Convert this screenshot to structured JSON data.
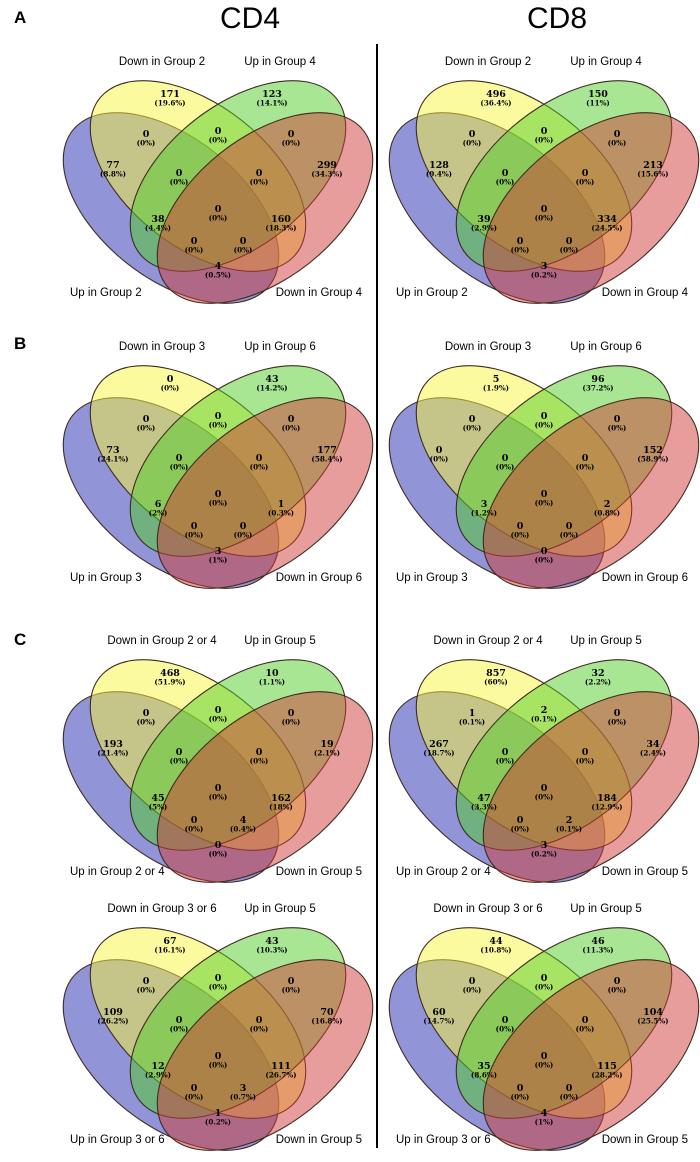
{
  "header": {
    "left_column": "CD4",
    "right_column": "CD8"
  },
  "panel_labels": {
    "a": "A",
    "b": "B",
    "c": "C"
  },
  "colors": {
    "blue": "#2329AF",
    "yellow": "#F9F53D",
    "green": "#51CD29",
    "red": "#CF3B37",
    "outline": "#3d2b1f",
    "divider": "#000000"
  },
  "chart_data": [
    {
      "type": "venn",
      "panel": "A",
      "column": "CD4",
      "labels": {
        "top_left": "Down in Group 2",
        "top_right": "Up in Group 4",
        "bottom_left": "Up in Group 2",
        "bottom_right": "Down in Group 4"
      },
      "regions": {
        "only_blue": [
          "77",
          "(8.8%)"
        ],
        "only_yellow": [
          "171",
          "(19.6%)"
        ],
        "only_green": [
          "123",
          "(14.1%)"
        ],
        "only_red": [
          "299",
          "(34.3%)"
        ],
        "blue_yellow": [
          "0",
          "(0%)"
        ],
        "yellow_green": [
          "0",
          "(0%)"
        ],
        "green_red": [
          "0",
          "(0%)"
        ],
        "blue_yellow_green": [
          "0",
          "(0%)"
        ],
        "yellow_green_red": [
          "0",
          "(0%)"
        ],
        "blue_green": [
          "38",
          "(4.4%)"
        ],
        "yellow_red": [
          "160",
          "(18.3%)"
        ],
        "all_four": [
          "0",
          "(0%)"
        ],
        "blue_yellow_red": [
          "0",
          "(0%)"
        ],
        "blue_green_red": [
          "0",
          "(0%)"
        ],
        "blue_red": [
          "4",
          "(0.5%)"
        ]
      }
    },
    {
      "type": "venn",
      "panel": "A",
      "column": "CD8",
      "labels": {
        "top_left": "Down in Group 2",
        "top_right": "Up in Group 4",
        "bottom_left": "Up in Group 2",
        "bottom_right": "Down in Group 4"
      },
      "regions": {
        "only_blue": [
          "128",
          "(9.4%)"
        ],
        "only_yellow": [
          "496",
          "(36.4%)"
        ],
        "only_green": [
          "150",
          "(11%)"
        ],
        "only_red": [
          "213",
          "(15.6%)"
        ],
        "blue_yellow": [
          "0",
          "(0%)"
        ],
        "yellow_green": [
          "0",
          "(0%)"
        ],
        "green_red": [
          "0",
          "(0%)"
        ],
        "blue_yellow_green": [
          "0",
          "(0%)"
        ],
        "yellow_green_red": [
          "0",
          "(0%)"
        ],
        "blue_green": [
          "39",
          "(2.9%)"
        ],
        "yellow_red": [
          "334",
          "(24.5%)"
        ],
        "all_four": [
          "0",
          "(0%)"
        ],
        "blue_yellow_red": [
          "0",
          "(0%)"
        ],
        "blue_green_red": [
          "0",
          "(0%)"
        ],
        "blue_red": [
          "3",
          "(0.2%)"
        ]
      }
    },
    {
      "type": "venn",
      "panel": "B",
      "column": "CD4",
      "labels": {
        "top_left": "Down in Group 3",
        "top_right": "Up in Group 6",
        "bottom_left": "Up in Group 3",
        "bottom_right": "Down in Group 6"
      },
      "regions": {
        "only_blue": [
          "73",
          "(24.1%)"
        ],
        "only_yellow": [
          "0",
          "(0%)"
        ],
        "only_green": [
          "43",
          "(14.2%)"
        ],
        "only_red": [
          "177",
          "(58.4%)"
        ],
        "blue_yellow": [
          "0",
          "(0%)"
        ],
        "yellow_green": [
          "0",
          "(0%)"
        ],
        "green_red": [
          "0",
          "(0%)"
        ],
        "blue_yellow_green": [
          "0",
          "(0%)"
        ],
        "yellow_green_red": [
          "0",
          "(0%)"
        ],
        "blue_green": [
          "6",
          "(2%)"
        ],
        "yellow_red": [
          "1",
          "(0.3%)"
        ],
        "all_four": [
          "0",
          "(0%)"
        ],
        "blue_yellow_red": [
          "0",
          "(0%)"
        ],
        "blue_green_red": [
          "0",
          "(0%)"
        ],
        "blue_red": [
          "3",
          "(1%)"
        ]
      }
    },
    {
      "type": "venn",
      "panel": "B",
      "column": "CD8",
      "labels": {
        "top_left": "Down in Group 3",
        "top_right": "Up in Group 6",
        "bottom_left": "Up in Group 3",
        "bottom_right": "Down in Group 6"
      },
      "regions": {
        "only_blue": [
          "0",
          "(0%)"
        ],
        "only_yellow": [
          "5",
          "(1.9%)"
        ],
        "only_green": [
          "96",
          "(37.2%)"
        ],
        "only_red": [
          "152",
          "(58.9%)"
        ],
        "blue_yellow": [
          "0",
          "(0%)"
        ],
        "yellow_green": [
          "0",
          "(0%)"
        ],
        "green_red": [
          "0",
          "(0%)"
        ],
        "blue_yellow_green": [
          "0",
          "(0%)"
        ],
        "yellow_green_red": [
          "0",
          "(0%)"
        ],
        "blue_green": [
          "3",
          "(1.2%)"
        ],
        "yellow_red": [
          "2",
          "(0.8%)"
        ],
        "all_four": [
          "0",
          "(0%)"
        ],
        "blue_yellow_red": [
          "0",
          "(0%)"
        ],
        "blue_green_red": [
          "0",
          "(0%)"
        ],
        "blue_red": [
          "0",
          "(0%)"
        ]
      }
    },
    {
      "type": "venn",
      "panel": "C",
      "column": "CD4",
      "labels": {
        "top_left": "Down in Group 2 or 4",
        "top_right": "Up in Group 5",
        "bottom_left": "Up in Group 2 or 4",
        "bottom_right": "Down in Group 5"
      },
      "regions": {
        "only_blue": [
          "193",
          "(21.4%)"
        ],
        "only_yellow": [
          "468",
          "(51.9%)"
        ],
        "only_green": [
          "10",
          "(1.1%)"
        ],
        "only_red": [
          "19",
          "(2.1%)"
        ],
        "blue_yellow": [
          "0",
          "(0%)"
        ],
        "yellow_green": [
          "0",
          "(0%)"
        ],
        "green_red": [
          "0",
          "(0%)"
        ],
        "blue_yellow_green": [
          "0",
          "(0%)"
        ],
        "yellow_green_red": [
          "0",
          "(0%)"
        ],
        "blue_green": [
          "45",
          "(5%)"
        ],
        "yellow_red": [
          "162",
          "(18%)"
        ],
        "all_four": [
          "0",
          "(0%)"
        ],
        "blue_yellow_red": [
          "0",
          "(0%)"
        ],
        "blue_green_red": [
          "4",
          "(0.4%)"
        ],
        "blue_red": [
          "0",
          "(0%)"
        ]
      }
    },
    {
      "type": "venn",
      "panel": "C",
      "column": "CD8",
      "labels": {
        "top_left": "Down in Group 2 or 4",
        "top_right": "Up in Group 5",
        "bottom_left": "Up in Group 2 or 4",
        "bottom_right": "Down in Group 5"
      },
      "regions": {
        "only_blue": [
          "267",
          "(18.7%)"
        ],
        "only_yellow": [
          "857",
          "(60%)"
        ],
        "only_green": [
          "32",
          "(2.2%)"
        ],
        "only_red": [
          "34",
          "(2.4%)"
        ],
        "blue_yellow": [
          "1",
          "(0.1%)"
        ],
        "yellow_green": [
          "2",
          "(0.1%)"
        ],
        "green_red": [
          "0",
          "(0%)"
        ],
        "blue_yellow_green": [
          "0",
          "(0%)"
        ],
        "yellow_green_red": [
          "0",
          "(0%)"
        ],
        "blue_green": [
          "47",
          "(3.3%)"
        ],
        "yellow_red": [
          "184",
          "(12.9%)"
        ],
        "all_four": [
          "0",
          "(0%)"
        ],
        "blue_yellow_red": [
          "0",
          "(0%)"
        ],
        "blue_green_red": [
          "2",
          "(0.1%)"
        ],
        "blue_red": [
          "3",
          "(0.2%)"
        ]
      }
    },
    {
      "type": "venn",
      "panel": "C",
      "column": "CD4",
      "labels": {
        "top_left": "Down in Group 3 or 6",
        "top_right": "Up in Group 5",
        "bottom_left": "Up in Group 3 or 6",
        "bottom_right": "Down in Group 5"
      },
      "regions": {
        "only_blue": [
          "109",
          "(26.2%)"
        ],
        "only_yellow": [
          "67",
          "(16.1%)"
        ],
        "only_green": [
          "43",
          "(10.3%)"
        ],
        "only_red": [
          "70",
          "(16.8%)"
        ],
        "blue_yellow": [
          "0",
          "(0%)"
        ],
        "yellow_green": [
          "0",
          "(0%)"
        ],
        "green_red": [
          "0",
          "(0%)"
        ],
        "blue_yellow_green": [
          "0",
          "(0%)"
        ],
        "yellow_green_red": [
          "0",
          "(0%)"
        ],
        "blue_green": [
          "12",
          "(2.9%)"
        ],
        "yellow_red": [
          "111",
          "(26.7%)"
        ],
        "all_four": [
          "0",
          "(0%)"
        ],
        "blue_yellow_red": [
          "0",
          "(0%)"
        ],
        "blue_green_red": [
          "3",
          "(0.7%)"
        ],
        "blue_red": [
          "1",
          "(0.2%)"
        ]
      }
    },
    {
      "type": "venn",
      "panel": "C",
      "column": "CD8",
      "labels": {
        "top_left": "Down in Group 3 or 6",
        "top_right": "Up in Group 5",
        "bottom_left": "Up in Group 3 or 6",
        "bottom_right": "Down in Group 5"
      },
      "regions": {
        "only_blue": [
          "60",
          "(14.7%)"
        ],
        "only_yellow": [
          "44",
          "(10.8%)"
        ],
        "only_green": [
          "46",
          "(11.3%)"
        ],
        "only_red": [
          "104",
          "(25.5%)"
        ],
        "blue_yellow": [
          "0",
          "(0%)"
        ],
        "yellow_green": [
          "0",
          "(0%)"
        ],
        "green_red": [
          "0",
          "(0%)"
        ],
        "blue_yellow_green": [
          "0",
          "(0%)"
        ],
        "yellow_green_red": [
          "0",
          "(0%)"
        ],
        "blue_green": [
          "35",
          "(8.6%)"
        ],
        "yellow_red": [
          "115",
          "(28.2%)"
        ],
        "all_four": [
          "0",
          "(0%)"
        ],
        "blue_yellow_red": [
          "0",
          "(0%)"
        ],
        "blue_green_red": [
          "0",
          "(0%)"
        ],
        "blue_red": [
          "4",
          "(1%)"
        ]
      }
    }
  ]
}
